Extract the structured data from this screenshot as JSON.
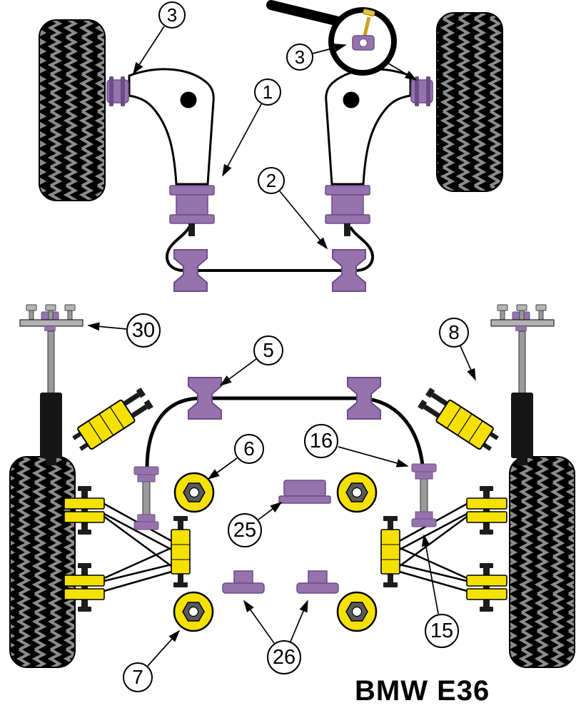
{
  "title": "BMW E36",
  "callouts": {
    "c3a": "3",
    "c3b": "3",
    "c1": "1",
    "c2": "2",
    "c30": "30",
    "c5": "5",
    "c8": "8",
    "c6": "6",
    "c16": "16",
    "c25": "25",
    "c15": "15",
    "c7": "7",
    "c26": "26"
  },
  "colors": {
    "purple": "#9673ac",
    "purpleDark": "#6a4c87",
    "yellow": "#f5e100",
    "tread": "#8c8c8c"
  }
}
